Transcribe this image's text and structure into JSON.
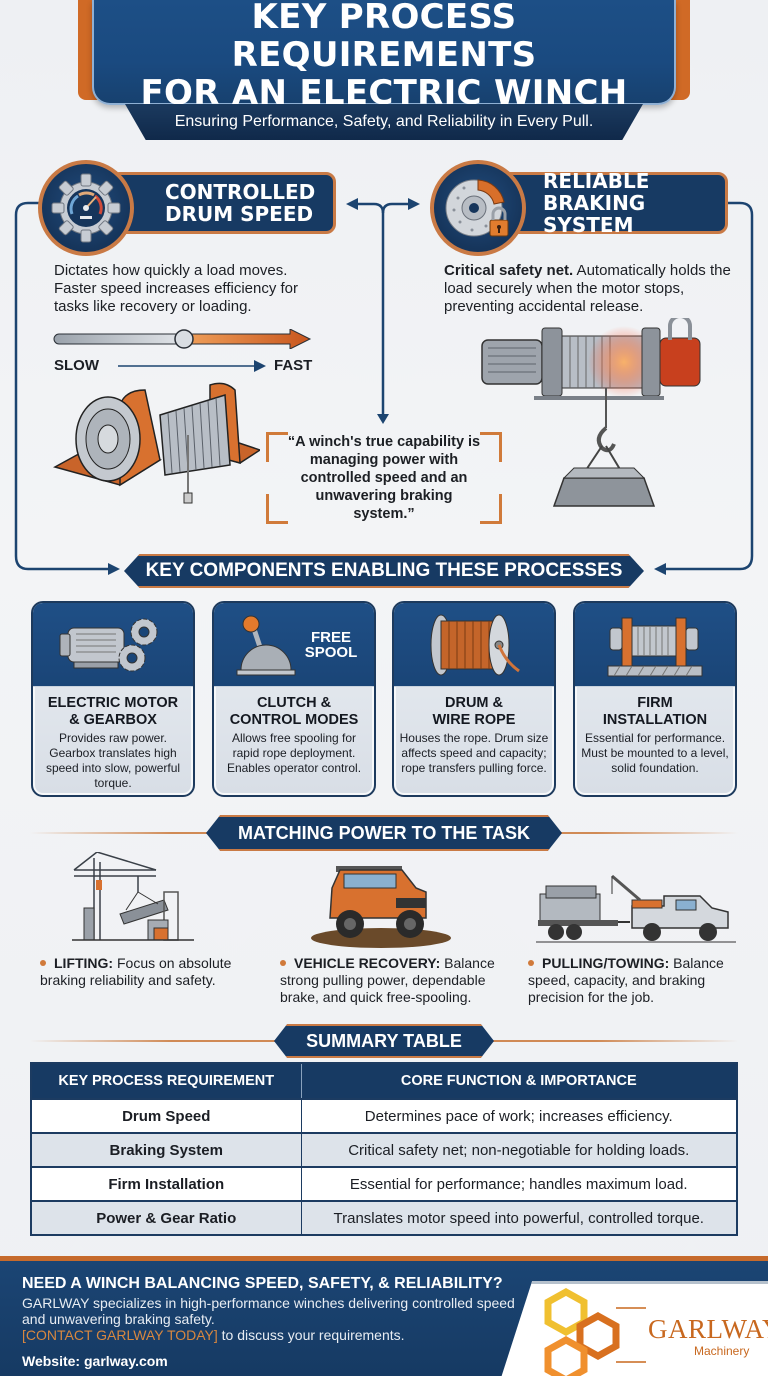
{
  "header": {
    "title_line1": "KEY PROCESS REQUIREMENTS",
    "title_line2": "FOR AN ELECTRIC WINCH",
    "subtitle": "Ensuring Performance, Safety, and Reliability in Every Pull."
  },
  "processes": {
    "drum_speed": {
      "title_line1": "CONTROLLED",
      "title_line2": "DRUM SPEED",
      "icon": "gear-speedometer-icon",
      "description": "Dictates how quickly a load moves. Faster speed increases efficiency for tasks like recovery or loading.",
      "slider": {
        "min_label": "SLOW",
        "max_label": "FAST"
      }
    },
    "braking": {
      "title_line1": "RELIABLE",
      "title_line2": "BRAKING SYSTEM",
      "icon": "brake-disc-lock-icon",
      "description_bold": "Critical safety net.",
      "description": " Automatically holds the load securely when the motor stops, preventing accidental release."
    },
    "quote": "“A winch's true capability is managing power with controlled speed and an unwavering braking system.”"
  },
  "components": {
    "heading": "KEY COMPONENTS ENABLING THESE PROCESSES",
    "items": [
      {
        "title_line1": "ELECTRIC MOTOR",
        "title_line2": "& GEARBOX",
        "icon": "motor-gears-icon",
        "description": "Provides raw power. Gearbox translates high speed into slow, powerful torque."
      },
      {
        "title_line1": "CLUTCH &",
        "title_line2": "CONTROL MODES",
        "icon": "lever-icon",
        "icon_label_line1": "FREE",
        "icon_label_line2": "SPOOL",
        "description": "Allows free spooling for rapid rope deployment. Enables operator control."
      },
      {
        "title_line1": "DRUM &",
        "title_line2": "WIRE ROPE",
        "icon": "rope-spool-icon",
        "description": "Houses the rope. Drum size affects speed and capacity; rope transfers pulling force."
      },
      {
        "title_line1": "FIRM",
        "title_line2": "INSTALLATION",
        "icon": "mounted-winch-icon",
        "description": "Essential for performance. Must be mounted to a level, solid foundation."
      }
    ]
  },
  "tasks": {
    "heading": "MATCHING POWER TO THE TASK",
    "items": [
      {
        "label": "LIFTING:",
        "text": " Focus on absolute braking reliability and safety.",
        "icon": "crane-icon"
      },
      {
        "label": "VEHICLE RECOVERY:",
        "text": " Balance strong pulling power, dependable brake, and quick free-spooling.",
        "icon": "offroad-vehicle-icon"
      },
      {
        "label": "PULLING/TOWING:",
        "text": " Balance speed, capacity, and braking precision for the job.",
        "icon": "tow-truck-icon"
      }
    ]
  },
  "summary": {
    "heading": "SUMMARY TABLE",
    "columns": [
      "KEY PROCESS REQUIREMENT",
      "CORE FUNCTION & IMPORTANCE"
    ],
    "rows": [
      [
        "Drum Speed",
        "Determines pace of work; increases efficiency."
      ],
      [
        "Braking System",
        "Critical safety net; non-negotiable for holding loads."
      ],
      [
        "Firm Installation",
        "Essential for performance; handles maximum load."
      ],
      [
        "Power & Gear Ratio",
        "Translates motor speed into powerful, controlled torque."
      ]
    ]
  },
  "footer": {
    "title": "NEED A WINCH BALANCING SPEED, SAFETY, & RELIABILITY?",
    "body": "GARLWAY specializes in high-performance winches delivering controlled speed and unwavering braking safety.",
    "cta": "[CONTACT GARLWAY TODAY]",
    "cta_suffix": " to discuss your requirements.",
    "website": "Website: garlway.com",
    "logo_name": "GARLWAY",
    "logo_sub": "Machinery"
  },
  "colors": {
    "navy": "#173a63",
    "blue": "#1d4f86",
    "orange": "#d07a3a",
    "background": "#eef0f3"
  }
}
